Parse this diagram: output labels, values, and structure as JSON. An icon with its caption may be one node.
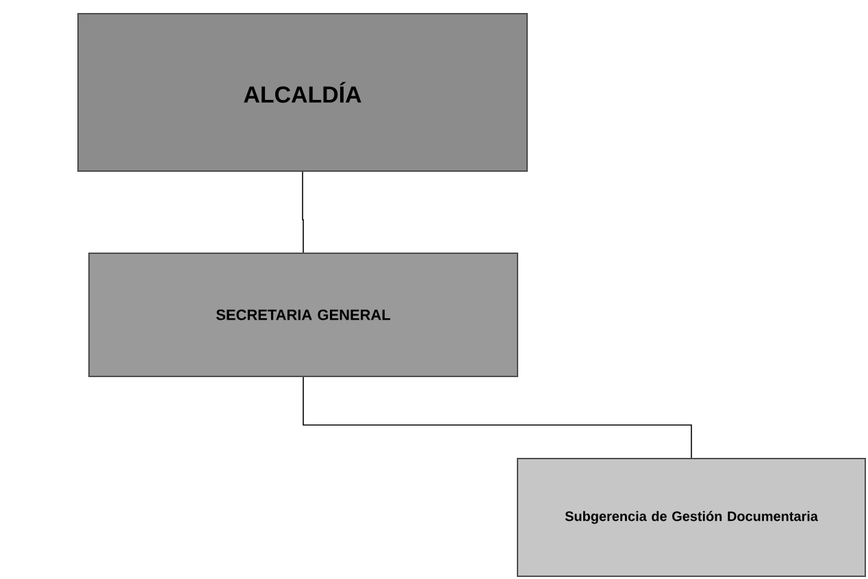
{
  "diagram": {
    "nodes": [
      {
        "text": [
          "ALCALDÍA"
        ]
      },
      {
        "text": [
          "SECRETARIA GENERAL"
        ]
      },
      {
        "text": [
          "Subgerencia de Gestión Documentaria"
        ]
      }
    ],
    "edges": [
      {
        "from": 0,
        "to": 1,
        "arrow": "none"
      },
      {
        "from": 1,
        "to": 2,
        "arrow": "none"
      }
    ]
  }
}
